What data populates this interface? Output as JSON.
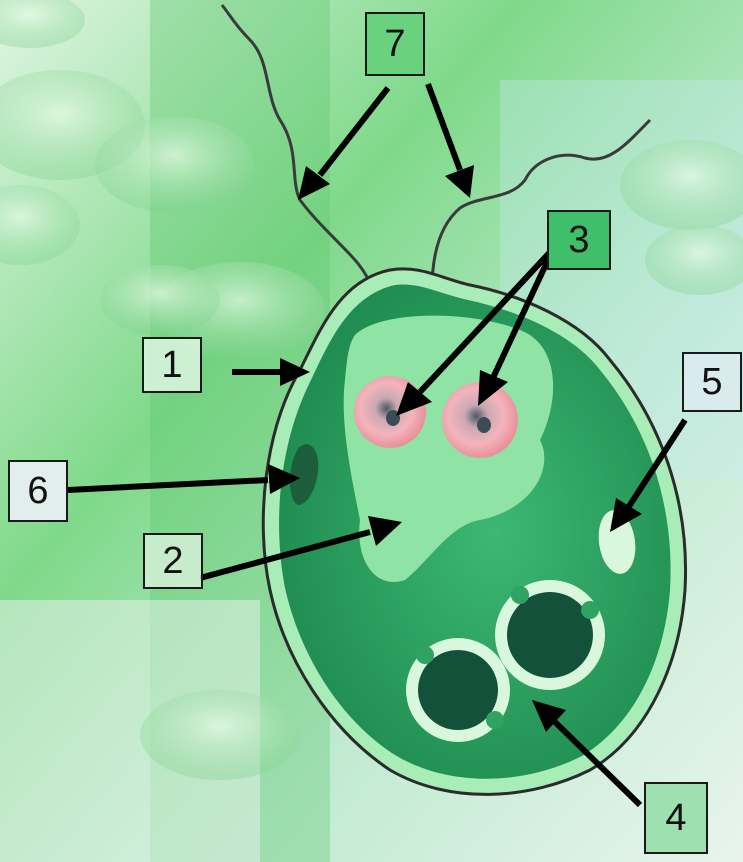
{
  "labels": {
    "l1": "1",
    "l2": "2",
    "l3": "3",
    "l4": "4",
    "l5": "5",
    "l6": "6",
    "l7": "7"
  },
  "colors": {
    "background": "#bfe8c4",
    "cell_wall": "#2b2b2b",
    "cytoplasm": "#2fa462",
    "cell_light": "#8fe3a4",
    "eyespot": "#f2a0a8",
    "vacuole": "#d9f7dd",
    "nucleus": "#14513a",
    "arrow": "#000000"
  }
}
